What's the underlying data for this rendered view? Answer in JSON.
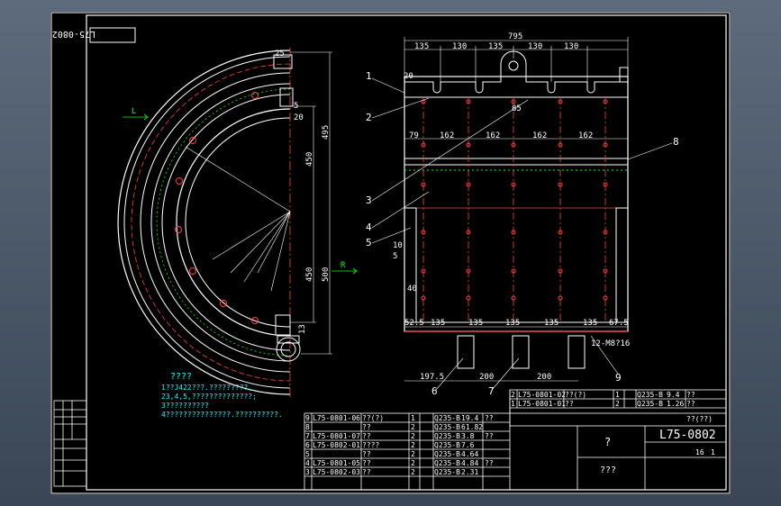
{
  "drawing_no": "L75-0802",
  "drawing_no_rot": "L75-0802",
  "view_left": "L",
  "view_right": "R",
  "dims_top": {
    "total": "795",
    "segs": [
      "135",
      "130",
      "135",
      "130",
      "130"
    ],
    "left": "20"
  },
  "dims_mid": [
    "79",
    "162",
    "162",
    "162",
    "162"
  ],
  "dims_bottom": [
    "52.5",
    "135",
    "135",
    "135",
    "135",
    "135",
    "67.5"
  ],
  "dims_base": [
    "197.5",
    "200",
    "200"
  ],
  "dims_side": [
    "450",
    "495",
    "450",
    "500",
    "13",
    "25",
    "5",
    "20"
  ],
  "dim_85": "85",
  "dim_10": "10",
  "dim_5": "5",
  "dim_40": "40",
  "callouts": [
    "1",
    "2",
    "3",
    "4",
    "5",
    "6",
    "7",
    "8",
    "9"
  ],
  "thread_note": "12-M8?16",
  "notes_title": "????",
  "notes": [
    "1??J422???.?????????,",
    "23,4,5,??????????????;",
    "3??????????",
    "4???????????????.??????????."
  ],
  "bom": [
    {
      "no": "9",
      "code": "L75-0801-06",
      "name": "??(?)",
      "qty": "1",
      "mat": "Q235-B",
      "w": "19.4",
      "note": "??"
    },
    {
      "no": "8",
      "code": "",
      "name": "??",
      "qty": "2",
      "mat": "Q235-B",
      "w": "61.82",
      "note": ""
    },
    {
      "no": "7",
      "code": "L75-0801-07",
      "name": "??",
      "qty": "2",
      "mat": "Q235-B",
      "w": "3.8",
      "note": "??"
    },
    {
      "no": "6",
      "code": "L75-0802-01",
      "name": "????",
      "qty": "2",
      "mat": "Q235-B",
      "w": "7.6",
      "note": ""
    },
    {
      "no": "5",
      "code": "",
      "name": "??",
      "qty": "2",
      "mat": "Q235-B",
      "w": "4.64",
      "note": ""
    },
    {
      "no": "4",
      "code": "L75-0801-05",
      "name": "??",
      "qty": "2",
      "mat": "Q235-B",
      "w": "4.84",
      "note": "??"
    },
    {
      "no": "3",
      "code": "L75-0802-03",
      "name": "??",
      "qty": "2",
      "mat": "Q235-B",
      "w": "2.31",
      "note": ""
    }
  ],
  "bom_top": [
    {
      "no": "2",
      "code": "L75-0801-02",
      "name": "??(?)",
      "qty": "1",
      "mat": "Q235-B",
      "w": "9.4",
      "note": "??"
    },
    {
      "no": "1",
      "code": "L75-0801-01",
      "name": "??",
      "qty": "2",
      "mat": "Q235-B",
      "w": "1.26",
      "note": "??"
    }
  ],
  "tb_symbol": "?",
  "tb_name": "???",
  "tb_scale": "16",
  "tb_sheet": "1",
  "tb_extra": "??(??)"
}
